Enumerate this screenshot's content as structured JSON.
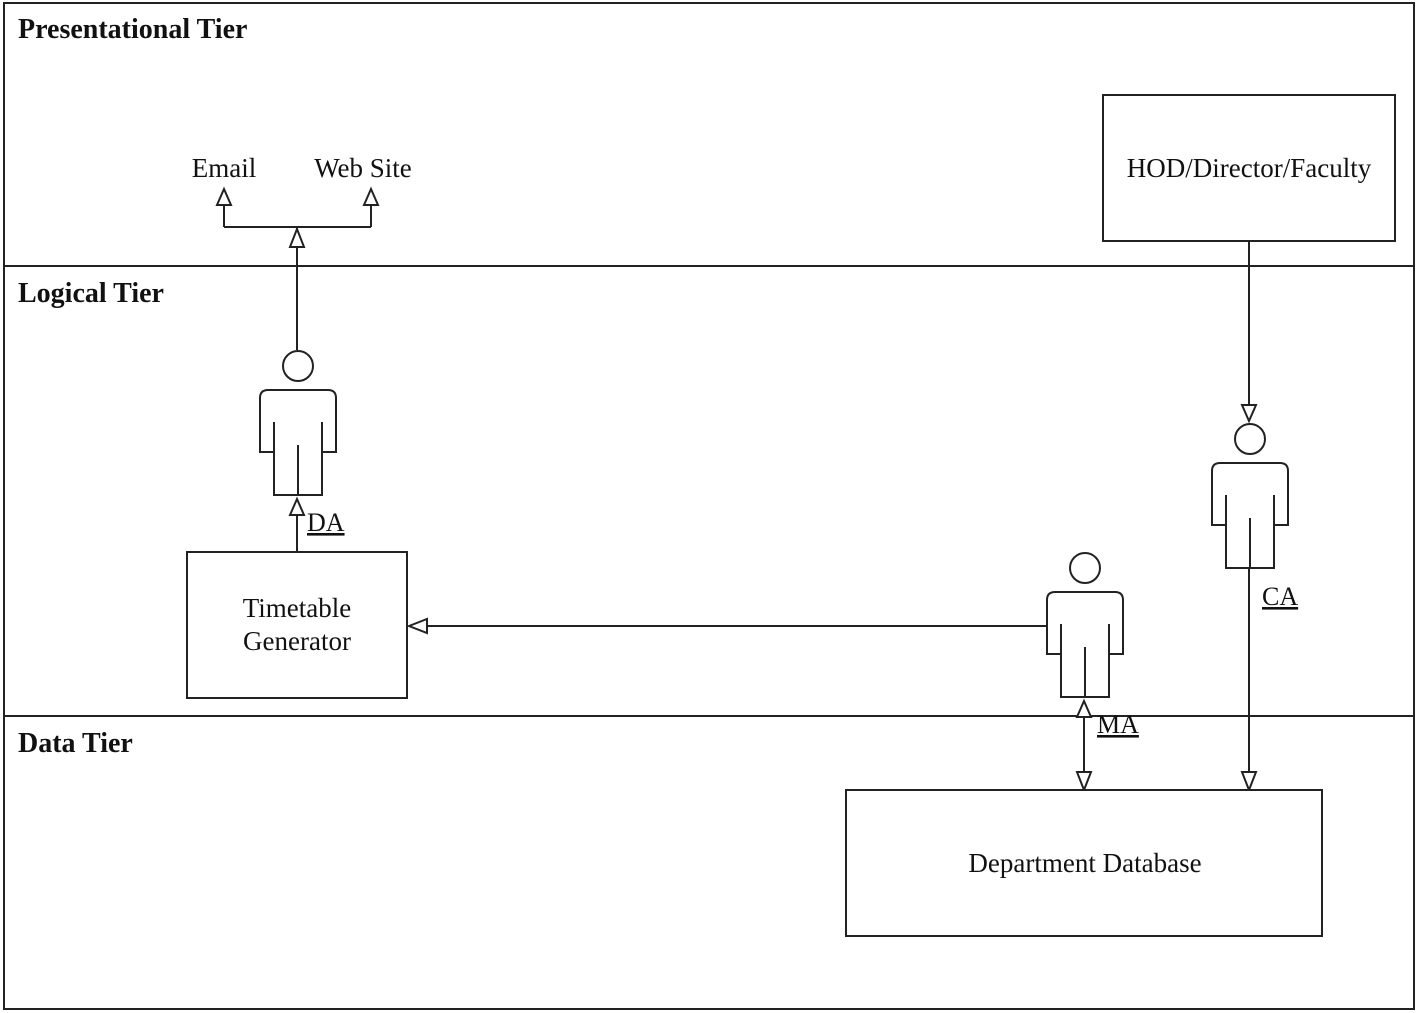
{
  "tiers": {
    "presentational": "Presentational Tier",
    "logical": "Logical Tier",
    "data": "Data Tier"
  },
  "nodes": {
    "email": "Email",
    "website": "Web Site",
    "hod": "HOD/Director/Faculty",
    "timetable_line1": "Timetable",
    "timetable_line2": "Generator",
    "database": "Department Database"
  },
  "agents": {
    "da": "DA",
    "ca": "CA",
    "ma": "MA"
  }
}
